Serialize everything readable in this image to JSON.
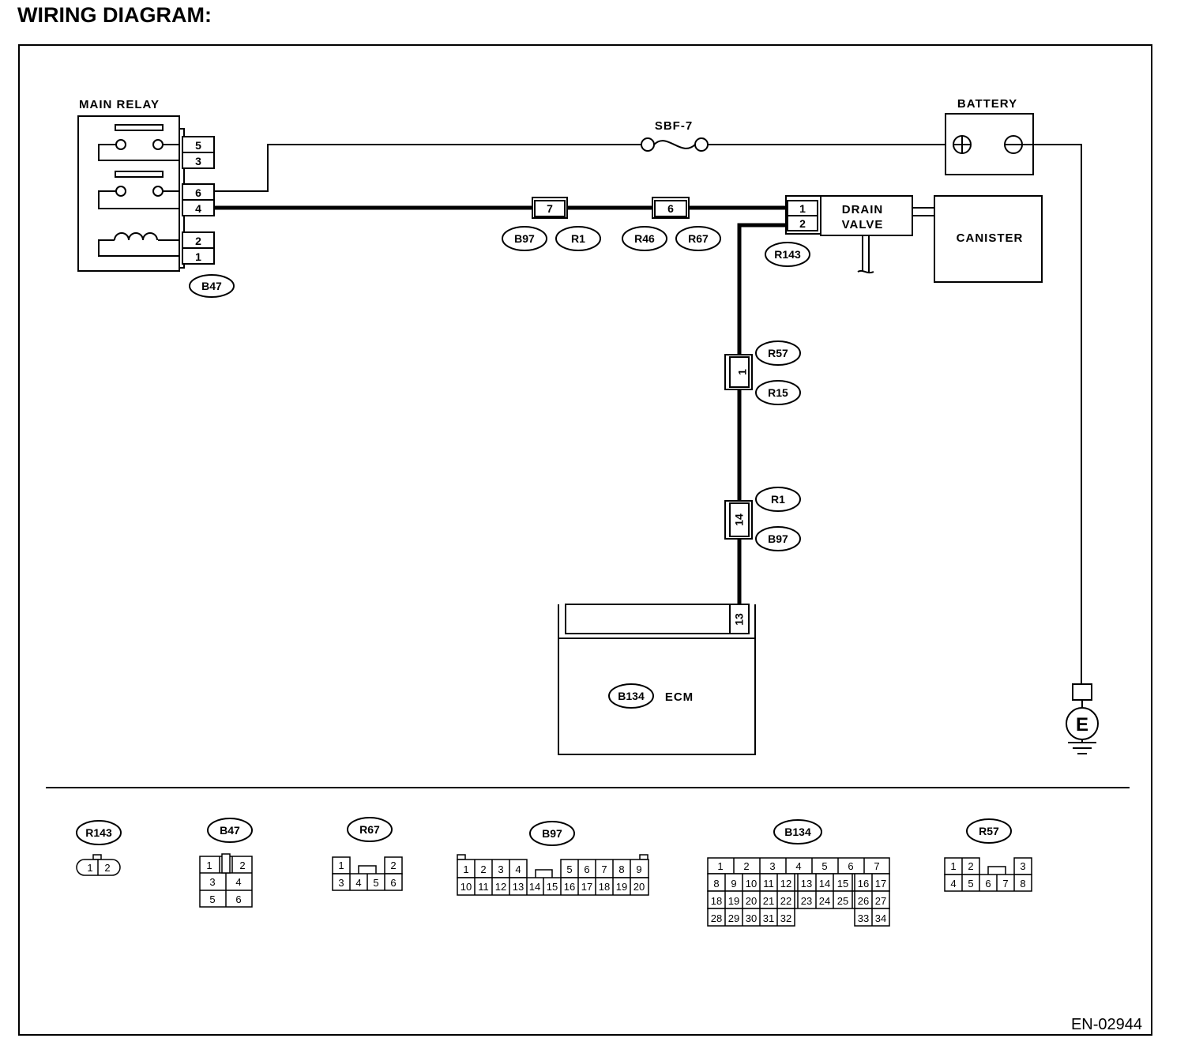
{
  "title": "WIRING DIAGRAM:",
  "drawing_id": "EN-02944",
  "components": {
    "main_relay": "MAIN RELAY",
    "battery": "BATTERY",
    "fuse": "SBF-7",
    "drain_valve_line1": "DRAIN",
    "drain_valve_line2": "VALVE",
    "canister": "CANISTER",
    "ecm": "ECM",
    "ground": "E"
  },
  "main_relay_pins": [
    "5",
    "3",
    "6",
    "4",
    "2",
    "1"
  ],
  "drain_valve_pins": [
    "1",
    "2"
  ],
  "connectors": {
    "b47": "B47",
    "b97": "B97",
    "r1": "R1",
    "r46": "R46",
    "r67": "R67",
    "r143": "R143",
    "r57": "R57",
    "r15": "R15",
    "b134": "B134"
  },
  "junction_pins": {
    "b97_r1_top": "7",
    "r46_r67": "6",
    "r57_r15": "1",
    "r1_b97_side": "14",
    "ecm_pin": "13"
  },
  "connector_pinouts": [
    {
      "id": "R143",
      "rows": [
        [
          "1",
          "2"
        ]
      ]
    },
    {
      "id": "B47",
      "rows": [
        [
          "1",
          "2"
        ],
        [
          "3",
          "4"
        ],
        [
          "5",
          "6"
        ]
      ]
    },
    {
      "id": "R67",
      "rows": [
        [
          "1",
          "2"
        ],
        [
          "3",
          "4",
          "5",
          "6"
        ]
      ]
    },
    {
      "id": "B97",
      "rows": [
        [
          "1",
          "2",
          "3",
          "4",
          "5",
          "6",
          "7",
          "8",
          "9"
        ],
        [
          "10",
          "11",
          "12",
          "13",
          "14",
          "15",
          "16",
          "17",
          "18",
          "19",
          "20"
        ]
      ]
    },
    {
      "id": "B134",
      "rows": [
        [
          "1",
          "2",
          "3",
          "4",
          "5",
          "6",
          "7"
        ],
        [
          "8",
          "9",
          "10",
          "11",
          "12",
          "13",
          "14",
          "15",
          "16",
          "17"
        ],
        [
          "18",
          "19",
          "20",
          "21",
          "22",
          "23",
          "24",
          "25",
          "26",
          "27"
        ],
        [
          "28",
          "29",
          "30",
          "31",
          "32",
          "33",
          "34"
        ]
      ]
    },
    {
      "id": "R57",
      "rows": [
        [
          "1",
          "2",
          "3"
        ],
        [
          "4",
          "5",
          "6",
          "7",
          "8"
        ]
      ]
    }
  ]
}
